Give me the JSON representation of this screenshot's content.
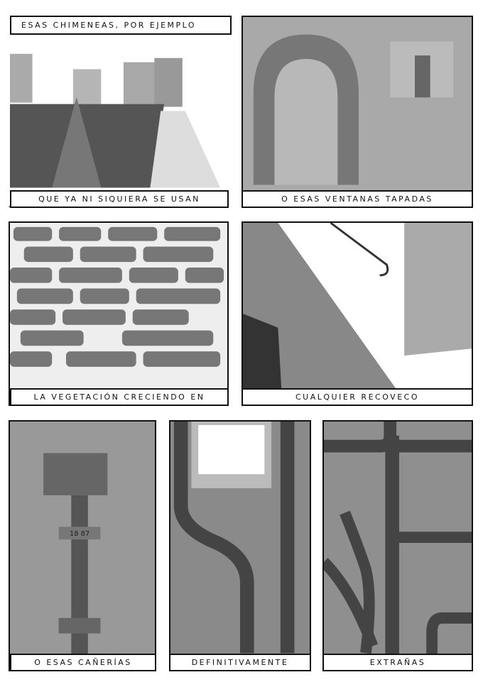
{
  "captions": {
    "c1": "ESAS CHIMENEAS, POR EJEMPLO",
    "c2": "QUE YA NI SIQUIERA SE USAN",
    "c3": "O ESAS VENTANAS TAPADAS",
    "c4": "LA VEGETACIÓN CRECIENDO EN",
    "c5": "CUALQUIER RECOVECO",
    "c6": "O ESAS CAÑERÍAS",
    "c7": "DEFINITIVAMENTE",
    "c8": "EXTRAÑAS"
  },
  "illustration_text": {
    "pipe_year": "18 87"
  }
}
